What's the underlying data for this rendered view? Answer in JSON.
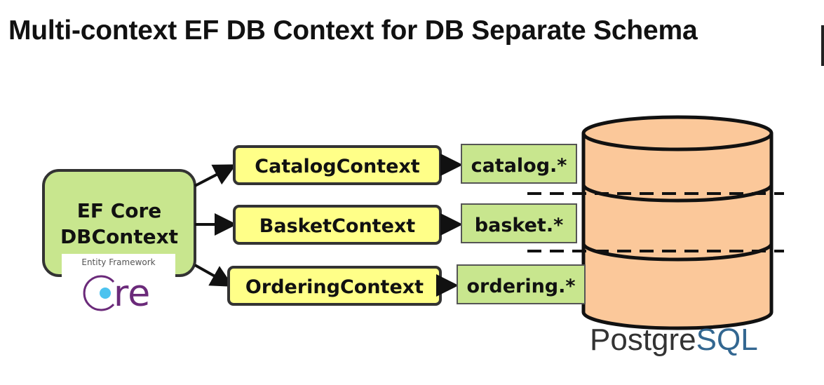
{
  "title": "Multi-context EF DB Context for DB Separate Schema",
  "colors": {
    "main_box_fill": "#c8e68e",
    "context_box_fill": "#ffff88",
    "schema_box_fill": "#c8e68e",
    "database_fill": "#fbc89a",
    "logo_purple": "#6b2a7a",
    "logo_dot": "#4cc3ef",
    "postgres_blue": "#336791"
  },
  "main_box": {
    "line1": "EF Core",
    "line2": "DBContext"
  },
  "ef_logo": {
    "caption": "Entity Framework",
    "wordmark_rest": "re"
  },
  "contexts": [
    {
      "label": "CatalogContext",
      "schema": "catalog.*"
    },
    {
      "label": "BasketContext",
      "schema": "basket.*"
    },
    {
      "label": "OrderingContext",
      "schema": "ordering.*"
    }
  ],
  "database_logo": {
    "part1": "Postgre",
    "part2": "SQL"
  },
  "icons": {
    "database": "database-cylinder-icon",
    "ef_core_logo": "ef-core-logo-icon",
    "arrow": "arrow-right-icon"
  }
}
